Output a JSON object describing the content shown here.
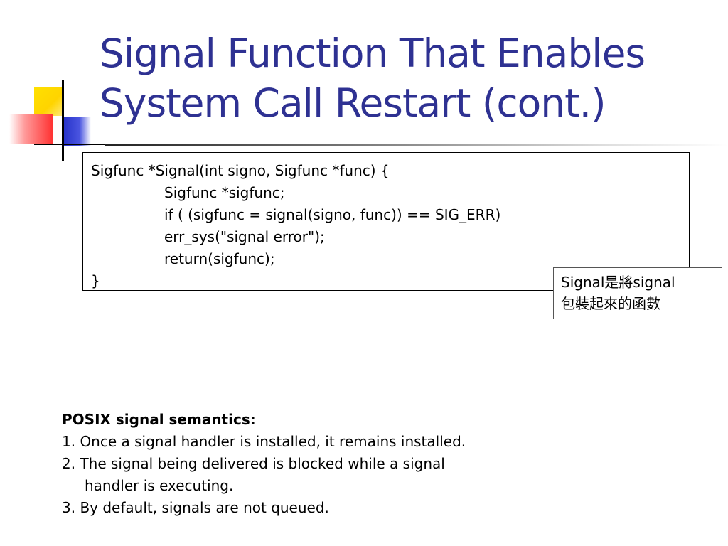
{
  "slide": {
    "title_lines": [
      "Signal Function That Enables",
      "System Call Restart (cont.)"
    ],
    "code_lines": [
      "Sigfunc *Signal(int signo, Sigfunc *func) {",
      "Sigfunc *sigfunc;",
      "if ( (sigfunc = signal(signo, func)) == SIG_ERR)",
      "err_sys(\"signal error\");",
      "return(sigfunc);",
      "}"
    ],
    "note_lines": [
      "Signal是將signal",
      "包裝起來的函數"
    ],
    "posix": {
      "heading": "POSIX signal semantics:",
      "items": [
        "1. Once a signal handler is installed, it remains installed.",
        "2. The signal being delivered is blocked while a signal",
        "handler is executing.",
        "3. By default, signals are not queued."
      ]
    },
    "colors": {
      "title": "#2e3192",
      "accent_yellow": "#ffd400",
      "accent_blue": "#2430c8",
      "accent_red": "#ff3030"
    }
  }
}
